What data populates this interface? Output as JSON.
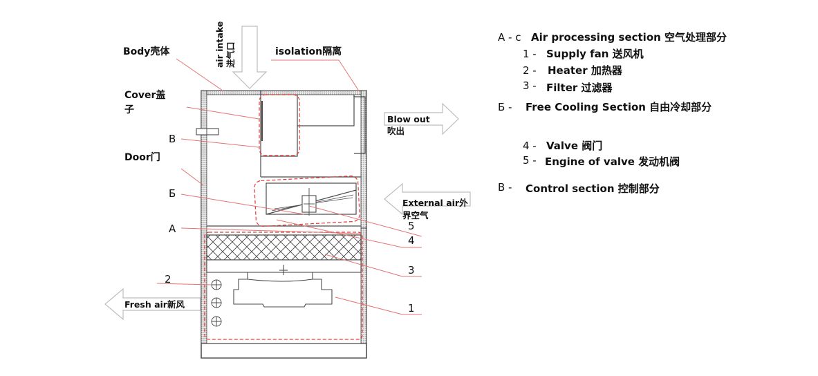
{
  "callouts": {
    "body": "Body壳体",
    "air_intake_en": "air intake",
    "air_intake_zh": "进气口",
    "isolation": "isolation隔离",
    "cover_line1": "Cover盖",
    "cover_line2": "子",
    "door": "Door门",
    "blow_out_en": "Blow out",
    "blow_out_zh": "吹出",
    "external_air_line1": "External air外",
    "external_air_line2": "界空气",
    "fresh_air": "Fresh air新风"
  },
  "diagram_marks": {
    "v": "В",
    "b": "Б",
    "a": "А",
    "n1": "1",
    "n2": "2",
    "n3": "3",
    "n4": "4",
    "n5_partial": "5"
  },
  "legend": {
    "a_key": "А - c",
    "a_text": "Air processing section 空气处理部分",
    "k1": "1 -",
    "t1": "Supply fan 送风机",
    "k2": "2 -",
    "t2": "Heater 加热器",
    "k3": "3 -",
    "t3": "Filter 过滤器",
    "b_key": "Б -",
    "b_text": "Free Cooling Section 自由冷却部分",
    "k4": "4 -",
    "t4": "Valve 阀门",
    "k5": "5 -",
    "t5": "Engine of valve 发动机阀",
    "v_key": "В -",
    "v_text": "Control section 控制部分"
  },
  "colors": {
    "outline": "#4a4a4a",
    "leader": "#e57373",
    "dash": "#e53935",
    "arrow": "#bdbdbd",
    "hatch": "#555555",
    "wall_fill": "#d9d9d9"
  }
}
